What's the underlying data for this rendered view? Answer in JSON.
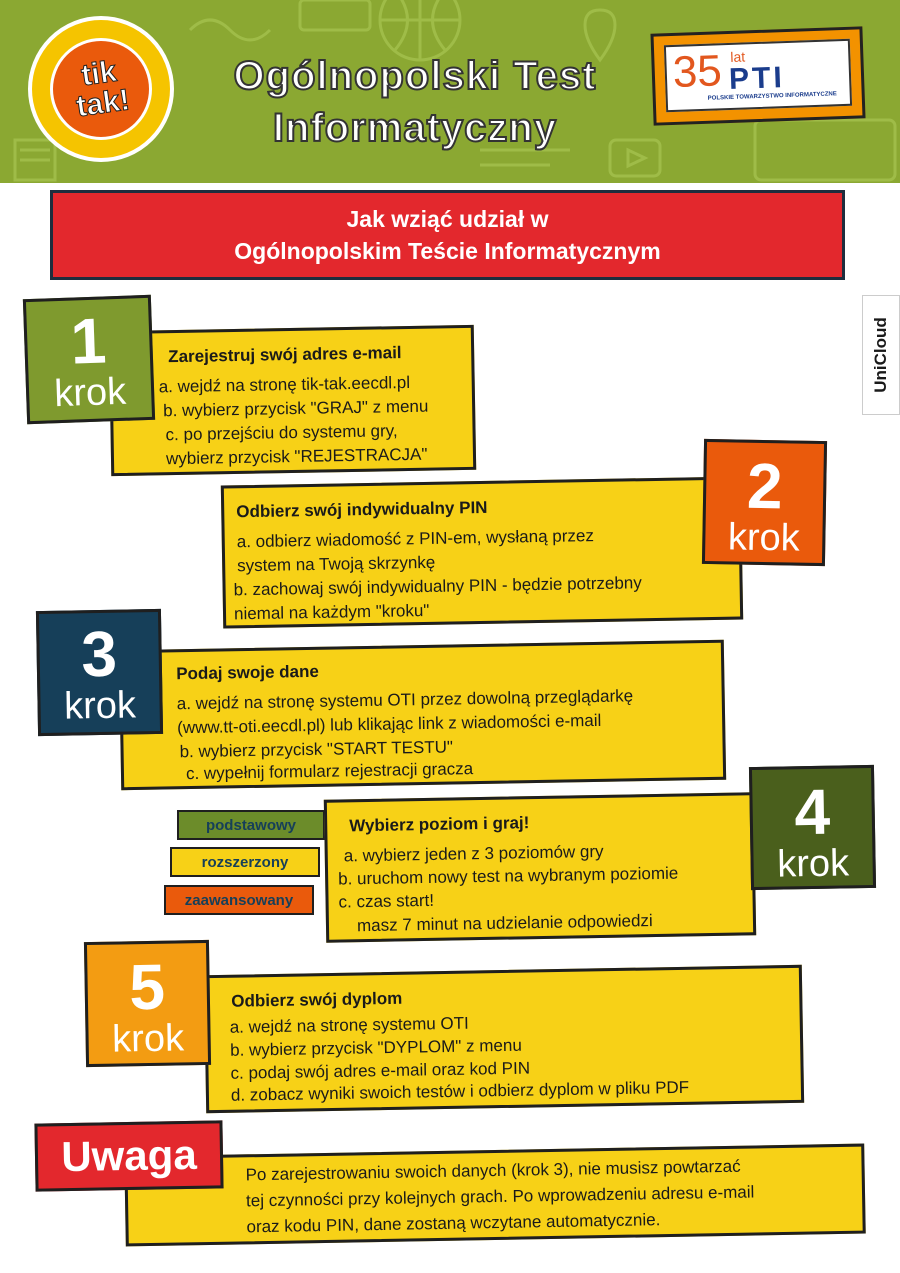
{
  "header": {
    "logo_text": "tik tak!",
    "title_line1": "Ogólnopolski Test",
    "title_line2": "Informatyczny",
    "pti": {
      "number": "35",
      "lat": "lat",
      "abbr": "PTI",
      "full": "POLSKIE TOWARZYSTWO INFORMATYCZNE"
    }
  },
  "banner": {
    "line1": "Jak wziąć udział w",
    "line2": "Ogólnopolskim Teście Informatycznym"
  },
  "unicloud": {
    "part1": "Uni",
    "part2": "Cloud"
  },
  "colors": {
    "header_green": "#8ba832",
    "banner_red": "#e3282d",
    "card_yellow": "#f7d117",
    "step1": "#7f9a2e",
    "step2": "#ea5a0c",
    "step3": "#163f59",
    "step4": "#4a5f1c",
    "step5": "#f39c12"
  },
  "steps": [
    {
      "number": "1",
      "word": "krok",
      "title": "Zarejestruj swój adres e-mail",
      "lines": [
        "a. wejdź na stronę tik-tak.eecdl.pl",
        "b. wybierz przycisk \"GRAJ\" z menu",
        "c. po przejściu do systemu gry,",
        "wybierz przycisk \"REJESTRACJA\""
      ]
    },
    {
      "number": "2",
      "word": "krok",
      "title": "Odbierz swój indywidualny PIN",
      "lines": [
        "a. odbierz wiadomość z PIN-em, wysłaną przez",
        "system na Twoją skrzynkę",
        "b. zachowaj swój indywidualny PIN - będzie potrzebny",
        "niemal na każdym \"kroku\""
      ]
    },
    {
      "number": "3",
      "word": "krok",
      "title": "Podaj swoje dane",
      "lines": [
        "a. wejdź na stronę systemu OTI przez dowolną przeglądarkę",
        "(www.tt-oti.eecdl.pl) lub klikając link z wiadomości e-mail",
        "b. wybierz przycisk \"START TESTU\"",
        "c. wypełnij formularz rejestracji gracza"
      ]
    },
    {
      "number": "4",
      "word": "krok",
      "title": "Wybierz poziom i graj!",
      "lines": [
        "a. wybierz jeden z 3 poziomów gry",
        "b. uruchom nowy test na wybranym poziomie",
        "c. czas start!",
        "masz 7 minut na udzielanie odpowiedzi"
      ]
    },
    {
      "number": "5",
      "word": "krok",
      "title": "Odbierz swój dyplom",
      "lines": [
        "a. wejdź na stronę systemu OTI",
        "b. wybierz przycisk \"DYPLOM\" z menu",
        "c. podaj swój adres e-mail oraz kod PIN",
        "d. zobacz wyniki swoich testów i odbierz dyplom w pliku PDF"
      ]
    }
  ],
  "levels": [
    {
      "label": "podstawowy",
      "color": "#6c8c2a",
      "text_color": "#163f59"
    },
    {
      "label": "rozszerzony",
      "color": "#f7d117",
      "text_color": "#163f59"
    },
    {
      "label": "zaawansowany",
      "color": "#ea5a0c",
      "text_color": "#163f59"
    }
  ],
  "uwaga": {
    "label": "Uwaga",
    "lines": [
      "Po zarejestrowaniu swoich danych (krok 3), nie musisz powtarzać",
      "tej czynności przy kolejnych grach. Po wprowadzeniu adresu e-mail",
      "oraz kodu PIN, dane zostaną wczytane automatycznie."
    ]
  }
}
